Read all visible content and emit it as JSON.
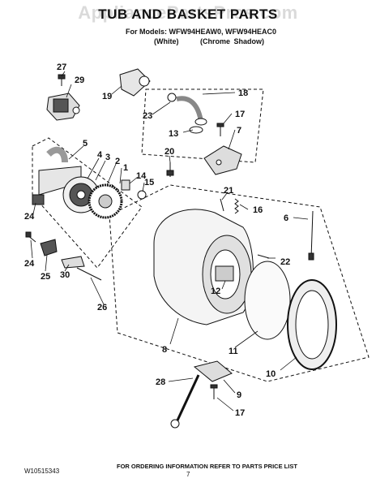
{
  "header": {
    "watermark": "AppliancePartsPros.com",
    "title": "TUB AND BASKET PARTS",
    "models_line": "For Models: WFW94HEAW0, WFW94HEAC0",
    "variant_white": "(White)",
    "variant_chrome": "(Chrome Shadow)"
  },
  "callouts": {
    "c27": "27",
    "c29": "29",
    "c19": "19",
    "c18": "18",
    "c23": "23",
    "c17a": "17",
    "c13": "13",
    "c7": "7",
    "c5": "5",
    "c4": "4",
    "c3": "3",
    "c2": "2",
    "c1": "1",
    "c14": "14",
    "c15": "15",
    "c20": "20",
    "c21": "21",
    "c16": "16",
    "c6": "6",
    "c24a": "24",
    "c24b": "24",
    "c25": "25",
    "c30": "30",
    "c22": "22",
    "c12": "12",
    "c26": "26",
    "c8": "8",
    "c11": "11",
    "c10": "10",
    "c28": "28",
    "c9": "9",
    "c17b": "17"
  },
  "footer": {
    "doc_number": "W10515343",
    "page_number": "7",
    "ordering_info": "FOR ORDERING INFORMATION REFER TO PARTS PRICE LIST"
  }
}
